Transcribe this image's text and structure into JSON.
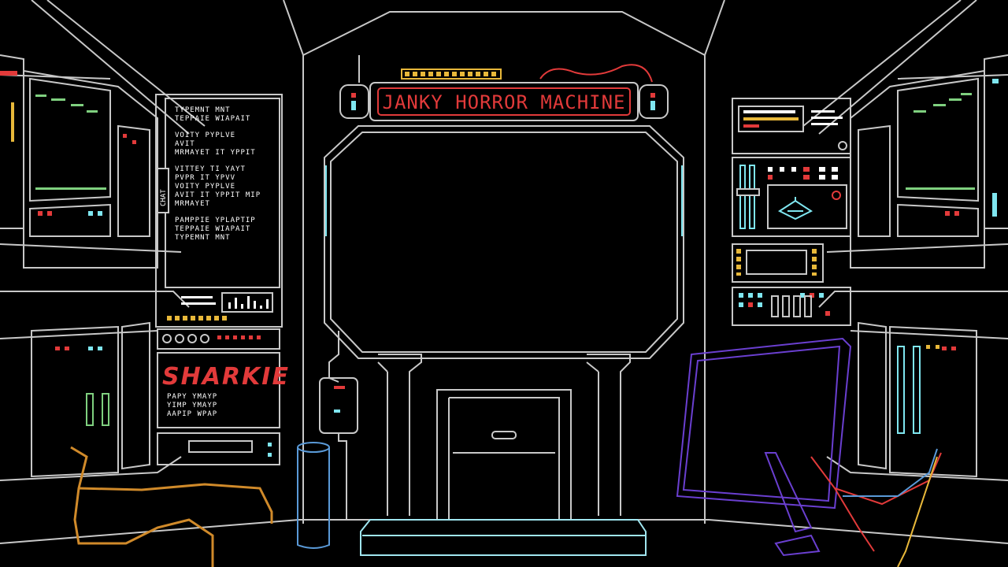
{
  "scene": {
    "marquee_title": "JANKY HORROR MACHINE",
    "brand_name": "SHARKIE",
    "chat_tab_label": "CHAT"
  },
  "chat_panel": {
    "line_groups": [
      [
        "TYPEMNT MNT",
        "TEPPAIE WIAPAIT"
      ],
      [
        "VOITY PYPLVE",
        "AVIT",
        "MRMAYET IT YPPIT"
      ],
      [
        "VITTEY TI YAYT",
        "PVPR IT YPVV",
        "VOITY PYPLVE",
        "AVIT IT YPPIT MIP",
        "MRMAYET"
      ],
      [
        "PAMPPIE YPLAPTIP",
        "TEPPAIE WIAPAIT",
        "TYPEMNT MNT"
      ]
    ]
  },
  "brand_panel": {
    "lines": [
      "PAPY YMAYP",
      "YIMP YMAYP",
      "AAPIP WPAP"
    ]
  },
  "colors": {
    "line": "#c8c8c8",
    "accent_red": "#e23a3a",
    "accent_cyan": "#7fe6f0",
    "accent_purple": "#6a3fd0",
    "accent_yellow": "#e8b83a",
    "cable_orange": "#d08a2a",
    "accent_green": "#7fd07f"
  },
  "icons": [
    "antenna-icon",
    "left-lamp-icon",
    "right-lamp-icon",
    "radar-icon",
    "power-icon"
  ]
}
